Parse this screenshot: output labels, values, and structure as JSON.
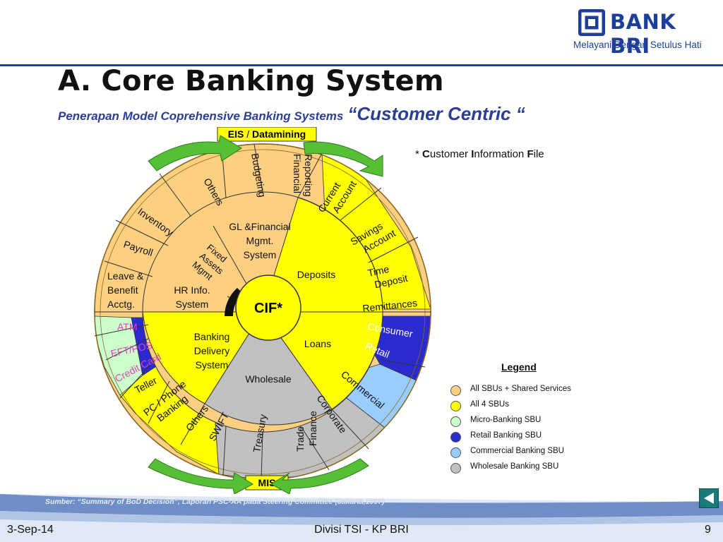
{
  "header": {
    "title": "A.  Core Banking System",
    "subtitle_part1": "Penerapan Model Coprehensive Banking Systems",
    "subtitle_part2": "“Customer Centric “",
    "logo_name": "BANK BRI",
    "logo_tagline": "Melayani Dengan Setulus Hati"
  },
  "cif_note": {
    "prefix": "* ",
    "c": "C",
    "ustomer": "ustomer ",
    "i": "I",
    "nformation": "nformation ",
    "f": "F",
    "ile": "ile"
  },
  "diagram": {
    "top_label_eis": "EIS",
    "top_label_sep": " / ",
    "top_label_dm": "Datamining",
    "bottom_label": "MIS",
    "center": "CIF*",
    "inner": {
      "gl": [
        "GL &Financial",
        "Mgmt.",
        "System"
      ],
      "hr": [
        "HR Info.",
        "System"
      ],
      "fixed_assets": [
        "Fixed",
        "Assets",
        "Mgmt"
      ],
      "deposits": "Deposits",
      "loans": "Loans",
      "wholesale": "Wholesale",
      "banking_delivery": [
        "Banking",
        "Delivery",
        "System"
      ]
    },
    "outer": {
      "financial_reporting": [
        "Financial",
        "Reporting"
      ],
      "budgeting": "Budgeting",
      "others_top": "Others",
      "inventory": "Inventory",
      "payroll": "Payroll",
      "leave": [
        "Leave &",
        "Benefit",
        "Acctg."
      ],
      "current_account": [
        "Current",
        "Account"
      ],
      "savings_account": [
        "Savings",
        "Account"
      ],
      "time_deposit": [
        "Time",
        "Deposit"
      ],
      "remittances": "Remittances",
      "consumer": "Consumer",
      "retail": "Retail",
      "commercial": "Commercial",
      "corporate": "Corporate",
      "trade_finance": [
        "Trade",
        "Finance"
      ],
      "treasury": "Treasury",
      "swift": "SWIFT",
      "others_bottom": "Others",
      "pc_phone": [
        "PC / Phone",
        "Banking"
      ],
      "teller": "Teller",
      "credit_card": "Credit Card",
      "eft_pos": "EFT/POS",
      "atm": "ATM"
    }
  },
  "legend": {
    "title": "Legend",
    "items": [
      {
        "label": "All SBUs + Shared Services",
        "color": "#fcd080"
      },
      {
        "label": "All 4 SBUs",
        "color": "#ffff00"
      },
      {
        "label": "Micro-Banking SBU",
        "color": "#ccffcc"
      },
      {
        "label": "Retail Banking SBU",
        "color": "#2b2bcf"
      },
      {
        "label": "Commercial Banking SBU",
        "color": "#99ccff"
      },
      {
        "label": "Wholesale Banking SBU",
        "color": "#c0c0c0"
      }
    ]
  },
  "source": "Sumber:  “Summary of BoD Decision”, Laporan PSC-AA pada Steering Committee (Jakarta,1997)",
  "footer": {
    "date": "3-Sep-14",
    "center": "Divisi TSI - KP BRI",
    "page": "9"
  },
  "colors": {
    "orange": "#fcd080",
    "yellow": "#ffff00",
    "green": "#ccffcc",
    "blue": "#2b2bcf",
    "light_blue": "#99ccff",
    "grey": "#c0c0c0",
    "brand": "#1d3f9a",
    "arrow_green": "#55c035"
  }
}
